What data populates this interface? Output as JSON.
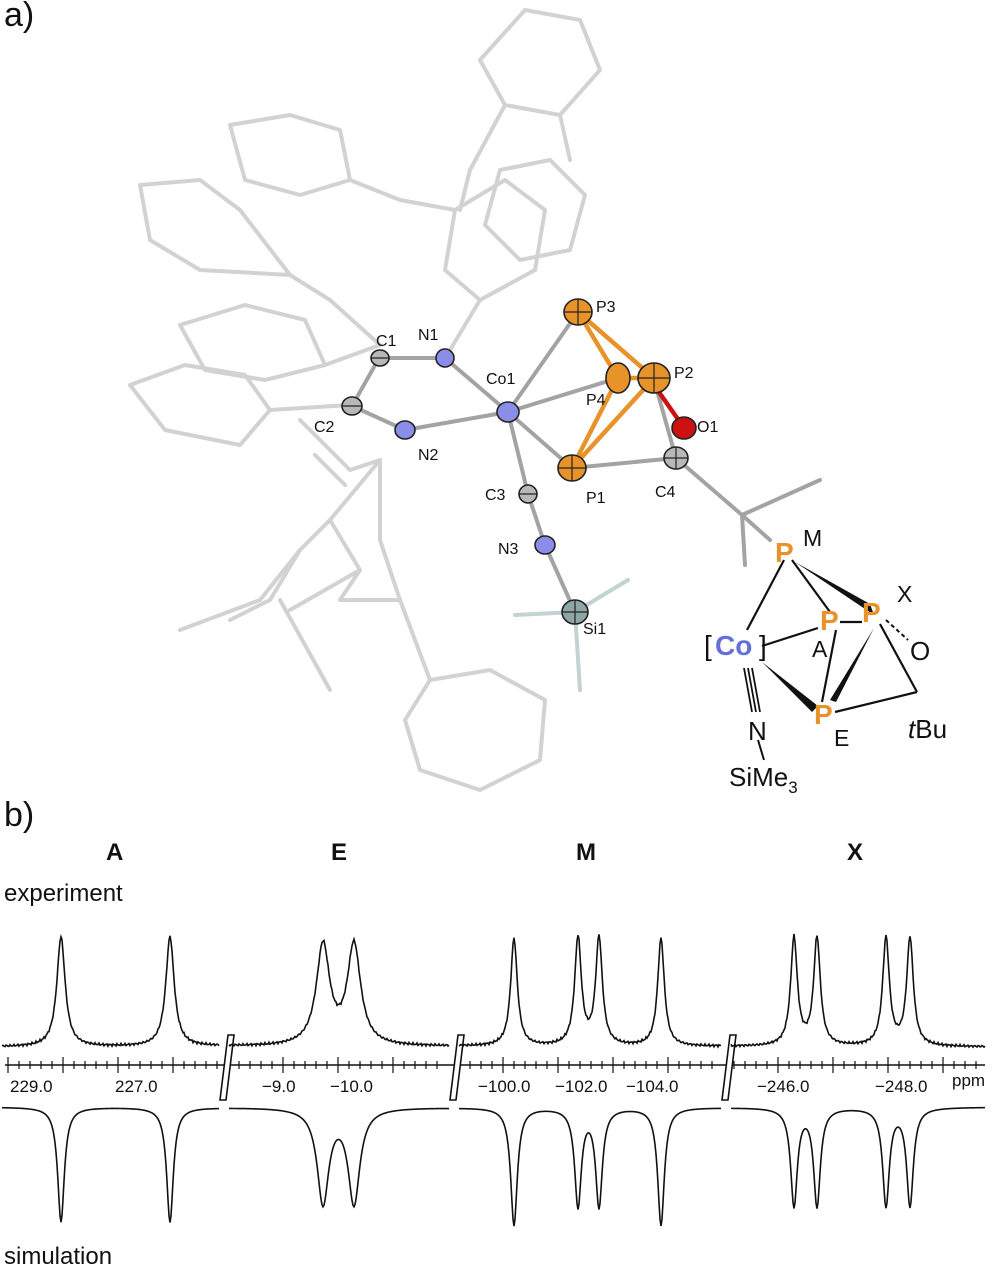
{
  "panels": {
    "a": "a)",
    "b": "b)"
  },
  "structure": {
    "atoms": {
      "p3": "P3",
      "p2": "P2",
      "p4": "P4",
      "p1": "P1",
      "o1": "O1",
      "c4": "C4",
      "co1": "Co1",
      "n1": "N1",
      "n2": "N2",
      "c1": "C1",
      "c2": "C2",
      "c3": "C3",
      "n3": "N3",
      "si1": "Si1"
    },
    "colors": {
      "phosphorus": "#e8922a",
      "oxygen": "#cc1111",
      "nitrogen": "#8a8ee8",
      "carbon": "#b8b8b8",
      "silicon": "#8fa6a6",
      "bond": "#9a9a9a",
      "ligand": "#d2d2d2"
    }
  },
  "scheme": {
    "bracket_open": "[",
    "co": "Co",
    "bracket_close": "]",
    "p": "P",
    "label_m": "M",
    "label_x": "X",
    "label_a": "A",
    "label_e": "E",
    "o": "O",
    "tbu_t": "t",
    "tbu_bu": "Bu",
    "n": "N",
    "sime3_main": "SiMe",
    "sime3_sub": "3",
    "colors": {
      "p": "#e8922a",
      "co": "#6470d8"
    }
  },
  "spectrum": {
    "groups": [
      "A",
      "E",
      "M",
      "X"
    ],
    "experiment_label": "experiment",
    "simulation_label": "simulation",
    "unit": "ppm",
    "ticks": [
      "229.0",
      "227.0",
      "−9.0",
      "−10.0",
      "−100.0",
      "−102.0",
      "−104.0",
      "−246.0",
      "−248.0"
    ]
  }
}
